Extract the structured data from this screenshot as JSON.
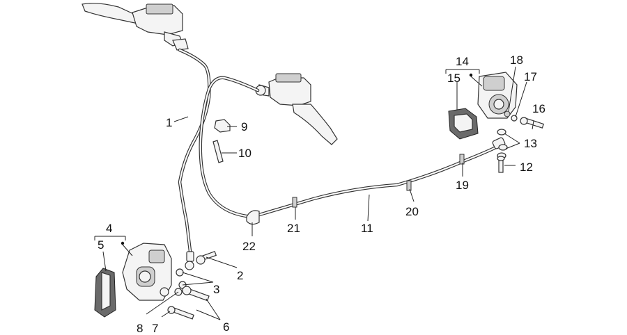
{
  "callouts": {
    "c1": "1",
    "c2": "2",
    "c3": "3",
    "c4": "4",
    "c5": "5",
    "c6": "6",
    "c7": "7",
    "c8": "8",
    "c9": "9",
    "c10": "10",
    "c11": "11",
    "c12": "12",
    "c13": "13",
    "c14": "14",
    "c15": "15",
    "c16": "16",
    "c17": "17",
    "c18": "18",
    "c19": "19",
    "c20": "20",
    "c21": "21",
    "c22": "22"
  },
  "colors": {
    "line": "#333333",
    "fill": "#f4f4f4",
    "background": "#ffffff"
  }
}
